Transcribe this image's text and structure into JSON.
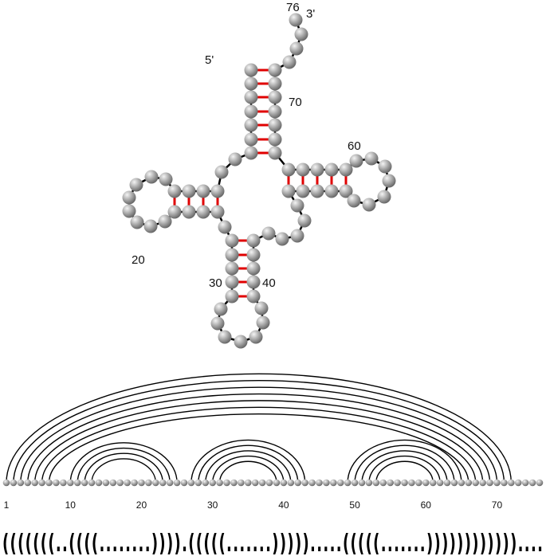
{
  "structure": {
    "length": 76,
    "dot_bracket": "(((((((..((((........)))).(((((.......))))).....(((((.......))))))))))))....",
    "colors": {
      "backbone": "#000000",
      "base_pair": "#e00000",
      "bead": "#9a9a9a"
    }
  },
  "cloverleaf_labels": {
    "five_prime": "5'",
    "three_prime": "3'",
    "n76": "76",
    "n70": "70",
    "n60": "60",
    "n20": "20",
    "n30": "30",
    "n40": "40"
  },
  "arc_axis_ticks": [
    "1",
    "10",
    "20",
    "30",
    "40",
    "50",
    "60",
    "70"
  ]
}
